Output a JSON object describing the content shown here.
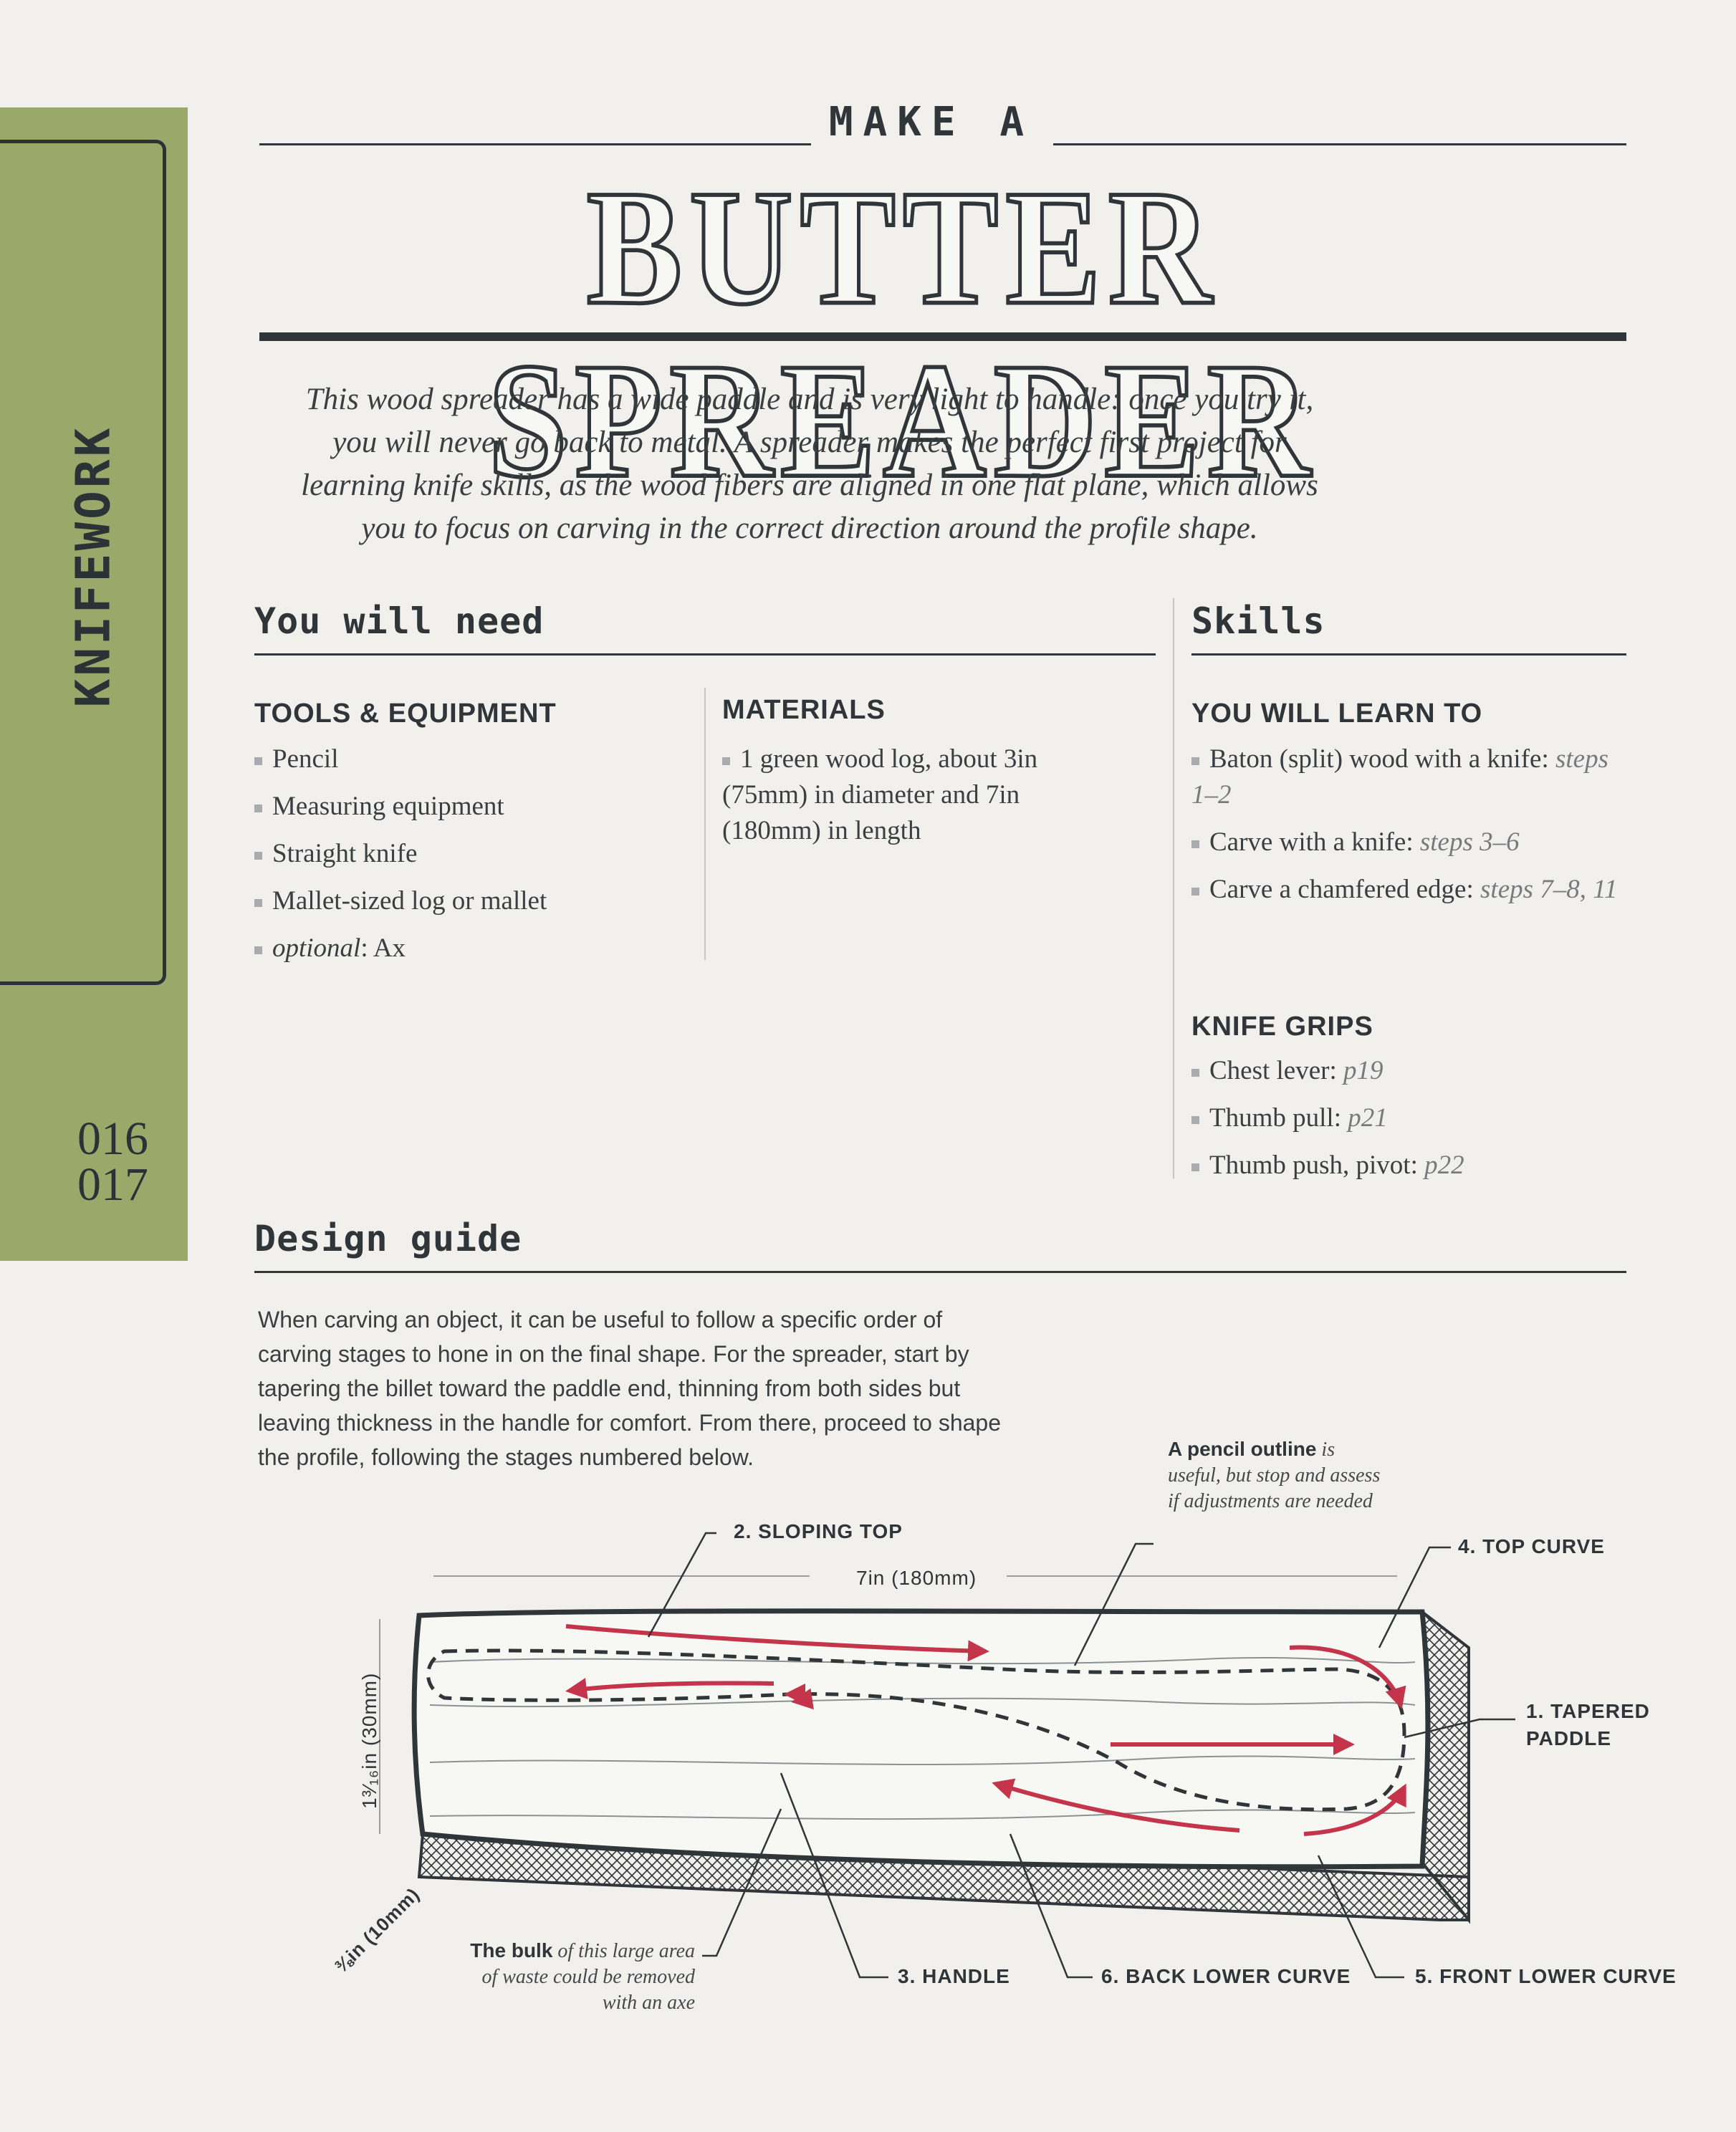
{
  "sidebar": {
    "chapter": "KNIFEWORK",
    "page_left": "016",
    "page_right": "017"
  },
  "header": {
    "kicker": "MAKE A",
    "title": "Butter Spreader"
  },
  "intro": "This wood spreader has a wide paddle and is very light to handle: once you try it, you will never go back to metal. A spreader makes the perfect first project for learning knife skills, as the wood fibers are aligned in one flat plane, which allows you to focus on carving in the correct direction around the profile shape.",
  "need": {
    "heading": "You will need",
    "tools": {
      "heading": "TOOLS & EQUIPMENT",
      "items": [
        "Pencil",
        "Measuring equipment",
        "Straight knife",
        "Mallet-sized log or mallet"
      ],
      "optional_label": "optional",
      "optional_item": ": Ax"
    },
    "materials": {
      "heading": "MATERIALS",
      "item": "1 green wood log, about 3in (75mm) in diameter and 7in (180mm) in length"
    }
  },
  "skills": {
    "heading": "Skills",
    "learn": {
      "heading": "YOU WILL LEARN TO",
      "items": [
        {
          "text": "Baton (split) wood with a knife: ",
          "ref": "steps 1–2"
        },
        {
          "text": "Carve with a knife: ",
          "ref": "steps 3–6"
        },
        {
          "text": "Carve a chamfered edge: ",
          "ref": "steps 7–8, 11"
        }
      ]
    },
    "grips": {
      "heading": "KNIFE GRIPS",
      "items": [
        {
          "text": "Chest lever: ",
          "ref": "p19"
        },
        {
          "text": "Thumb pull: ",
          "ref": "p21"
        },
        {
          "text": "Thumb push, pivot: ",
          "ref": "p22"
        }
      ]
    }
  },
  "design": {
    "heading": "Design guide",
    "body": "When carving an object, it can be useful to follow a specific order of carving stages to hone in on the final shape. For the spreader, start by tapering the billet toward the paddle end, thinning from both sides but leaving thickness in the handle for comfort. From there, proceed to shape the profile, following the stages numbered below.",
    "diagram": {
      "length": "7in (180mm)",
      "height": "1³⁄₁₆in (30mm)",
      "depth": "⅜in (10mm)",
      "labels": {
        "sloping_top": "2. SLOPING TOP",
        "top_curve": "4. TOP CURVE",
        "tapered_paddle_1": "1. TAPERED",
        "tapered_paddle_2": "PADDLE",
        "handle": "3. HANDLE",
        "back_lower": "6. BACK LOWER CURVE",
        "front_lower": "5. FRONT LOWER CURVE"
      },
      "pencil_note": {
        "bold": "A pencil outline",
        "rest": " is useful, but stop and assess if adjustments are needed"
      },
      "bulk_note": {
        "bold": "The bulk",
        "rest": " of this large area of waste could be removed with an axe"
      },
      "colors": {
        "arrows": "#c4344a",
        "ink": "#2f3538"
      }
    }
  }
}
